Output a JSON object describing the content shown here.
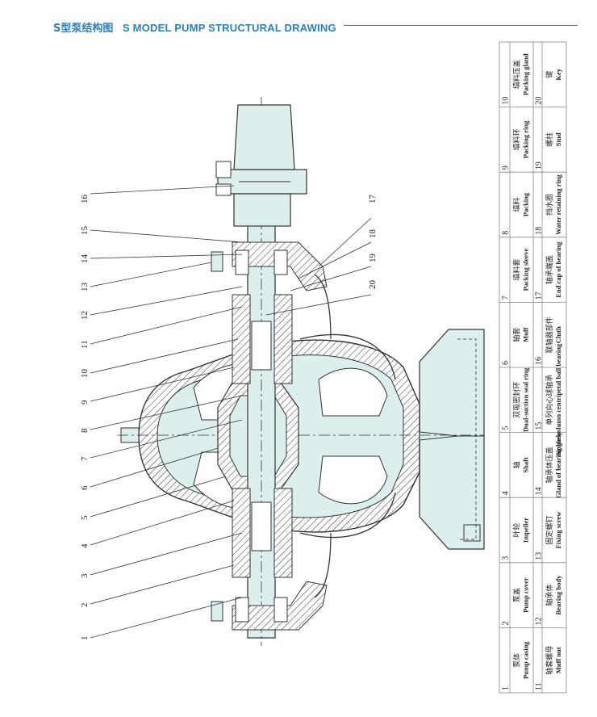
{
  "header": {
    "title_cn": "S型泵结构图",
    "title_en": "S MODEL PUMP STRUCTURAL DRAWING"
  },
  "colors": {
    "accent": "#2f7fb7",
    "fill": "#dcefee",
    "line": "#333333"
  },
  "callouts": [
    "1",
    "2",
    "3",
    "4",
    "5",
    "6",
    "7",
    "8",
    "9",
    "10",
    "11",
    "12",
    "13",
    "14",
    "15",
    "16",
    "17",
    "18",
    "19",
    "20"
  ],
  "parts": [
    {
      "no": "1",
      "cn": "泵体",
      "en": "Pump casing"
    },
    {
      "no": "2",
      "cn": "泵盖",
      "en": "Pump cover"
    },
    {
      "no": "3",
      "cn": "叶轮",
      "en": "Impeller"
    },
    {
      "no": "4",
      "cn": "轴",
      "en": "Shaft"
    },
    {
      "no": "5",
      "cn": "双吸密封环",
      "en": "Dual-suction seal ring"
    },
    {
      "no": "6",
      "cn": "轴套",
      "en": "Muff"
    },
    {
      "no": "7",
      "cn": "填料套",
      "en": "Packing sleeve"
    },
    {
      "no": "8",
      "cn": "填料",
      "en": "Packing"
    },
    {
      "no": "9",
      "cn": "填料环",
      "en": "Packing ring"
    },
    {
      "no": "10",
      "cn": "填料压盖",
      "en": "Packing gland"
    },
    {
      "no": "11",
      "cn": "轴套螺母",
      "en": "Muff nut"
    },
    {
      "no": "12",
      "cn": "轴承体",
      "en": "Bearing body"
    },
    {
      "no": "13",
      "cn": "固定螺钉",
      "en": "Fixing screw"
    },
    {
      "no": "14",
      "cn": "轴承体压盖",
      "en": "Gland of bearing body"
    },
    {
      "no": "15",
      "cn": "单列向心球轴承",
      "en": "Single-column centripetal ball bearing"
    },
    {
      "no": "16",
      "cn": "联轴器部件",
      "en": "Cluth"
    },
    {
      "no": "17",
      "cn": "轴承端盖",
      "en": "End cap of bearing"
    },
    {
      "no": "18",
      "cn": "挡水圈",
      "en": "Water retaining ring"
    },
    {
      "no": "19",
      "cn": "螺柱",
      "en": "Stud"
    },
    {
      "no": "20",
      "cn": "键",
      "en": "Key"
    }
  ]
}
